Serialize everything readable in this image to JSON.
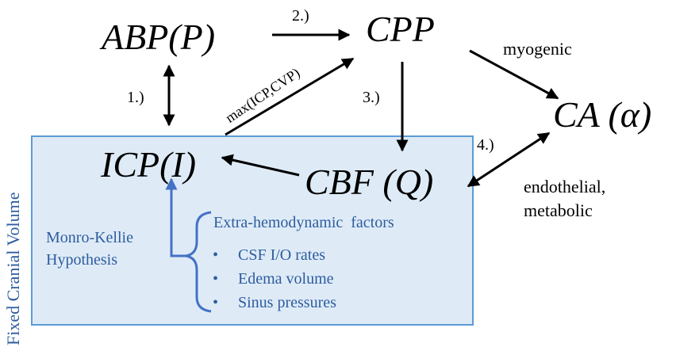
{
  "diagram": {
    "nodes": {
      "abp": "ABP(P)",
      "cpp": "CPP",
      "ca": "CA (α)",
      "icp": "ICP(I)",
      "cbf": "CBF (Q)"
    },
    "step_labels": {
      "s1": "1.)",
      "s2": "2.)",
      "s3": "3.)",
      "s4": "4.)"
    },
    "edge_labels": {
      "icp_to_cpp": "max(ICP,CVP)",
      "myogenic": "myogenic",
      "endothelial": "endothelial,",
      "metabolic": "metabolic"
    },
    "box": {
      "title": "Fixed Cranial Volume",
      "border_color": "#5B9BD5",
      "fill_color": "#DEEBF7"
    },
    "hypothesis": {
      "line1": "Monro-Kellie",
      "line2": "Hypothesis"
    },
    "factors": {
      "title": "Extra-hemodynamic  factors",
      "bullet": "•",
      "items": [
        "CSF I/O rates",
        "Edema volume",
        "Sinus pressures"
      ]
    },
    "colors": {
      "text": "#000000",
      "accent": "#2E5C9E",
      "arrow": "#000000",
      "blue_arrow": "#4472C4"
    }
  }
}
